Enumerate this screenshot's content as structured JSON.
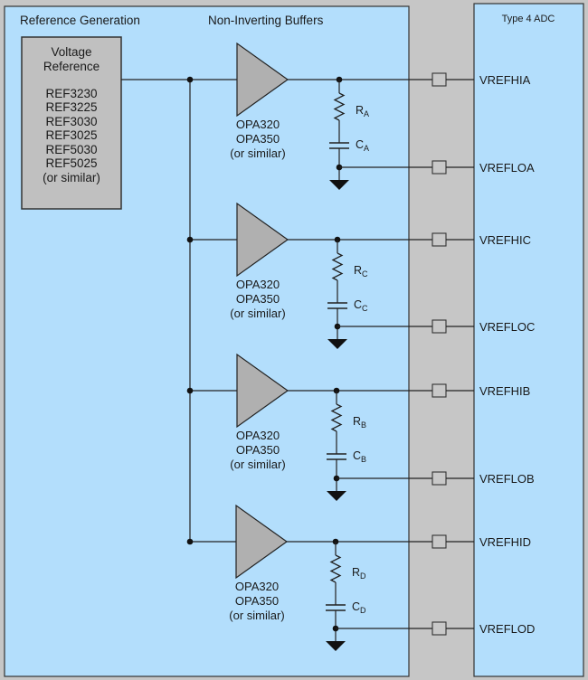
{
  "sections": {
    "reference_generation": "Reference Generation",
    "non_inverting_buffers": "Non-Inverting Buffers",
    "adc": "Type 4 ADC"
  },
  "voltage_reference": {
    "title_line1": "Voltage",
    "title_line2": "Reference",
    "parts": [
      "REF3230",
      "REF3225",
      "REF3030",
      "REF3025",
      "REF5030",
      "REF5025",
      "(or similar)"
    ]
  },
  "buffers": [
    {
      "opamp": [
        "OPA320",
        "OPA350",
        "(or similar)"
      ],
      "r_label": "R",
      "r_sub": "A",
      "c_label": "C",
      "c_sub": "A",
      "hi_pin": "VREFHIA",
      "lo_pin": "VREFLOA"
    },
    {
      "opamp": [
        "OPA320",
        "OPA350",
        "(or similar)"
      ],
      "r_label": "R",
      "r_sub": "C",
      "c_label": "C",
      "c_sub": "C",
      "hi_pin": "VREFHIC",
      "lo_pin": "VREFLOC"
    },
    {
      "opamp": [
        "OPA320",
        "OPA350",
        "(or similar)"
      ],
      "r_label": "R",
      "r_sub": "B",
      "c_label": "C",
      "c_sub": "B",
      "hi_pin": "VREFHIB",
      "lo_pin": "VREFLOB"
    },
    {
      "opamp": [
        "OPA320",
        "OPA350",
        "(or similar)"
      ],
      "r_label": "R",
      "r_sub": "D",
      "c_label": "C",
      "c_sub": "D",
      "hi_pin": "VREFHID",
      "lo_pin": "VREFLOD"
    }
  ],
  "colors": {
    "panel_fill": "#b3defc",
    "background": "#c6c6c6",
    "block_fill": "#c0c0c0",
    "wire": "#222222"
  }
}
